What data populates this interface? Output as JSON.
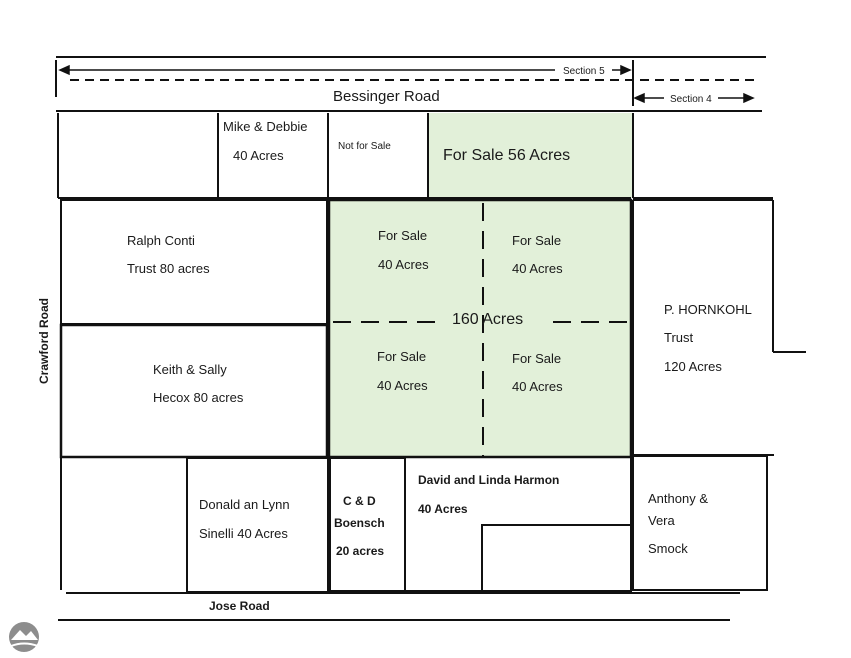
{
  "roads": {
    "top": "Bessinger Road",
    "bottom": "Jose Road",
    "left": "Crawford Road"
  },
  "sections": {
    "left_label": "Section 5",
    "right_label": "Section 4"
  },
  "parcels": {
    "mike_debbie": {
      "name": "Mike & Debbie",
      "acres": "40 Acres"
    },
    "not_for_sale": {
      "label": "Not for Sale"
    },
    "for_sale_56": {
      "label": "For Sale 56  Acres"
    },
    "ralph_conti": {
      "line1": "Ralph Conti",
      "line2": "Trust  80 acres"
    },
    "keith_sally": {
      "line1": "Keith & Sally",
      "line2": "Hecox 80 acres"
    },
    "hornkohl": {
      "line1": "P. HORNKOHL",
      "line2": "Trust",
      "line3": "120 Acres"
    },
    "center": {
      "total": "160 Acres",
      "quadrants": [
        {
          "status": "For Sale",
          "acres": "40 Acres"
        },
        {
          "status": "For Sale",
          "acres": "40 Acres"
        },
        {
          "status": "For Sale",
          "acres": "40 Acres"
        },
        {
          "status": "For Sale",
          "acres": "40 Acres"
        }
      ]
    },
    "sinelli": {
      "line1": "Donald an Lynn",
      "line2": "Sinelli  40 Acres"
    },
    "boensch": {
      "line1": "C & D",
      "line2": "Boensch",
      "line3": "20 acres"
    },
    "harmon": {
      "line1": "David and Linda Harmon",
      "line2": "40 Acres"
    },
    "smock": {
      "line1": "Anthony &",
      "line2": "Vera",
      "line3": "Smock"
    }
  },
  "colors": {
    "for_sale_fill": "#e2f0d9",
    "line": "#111111"
  },
  "watermark_icon": "broker-logo-icon"
}
